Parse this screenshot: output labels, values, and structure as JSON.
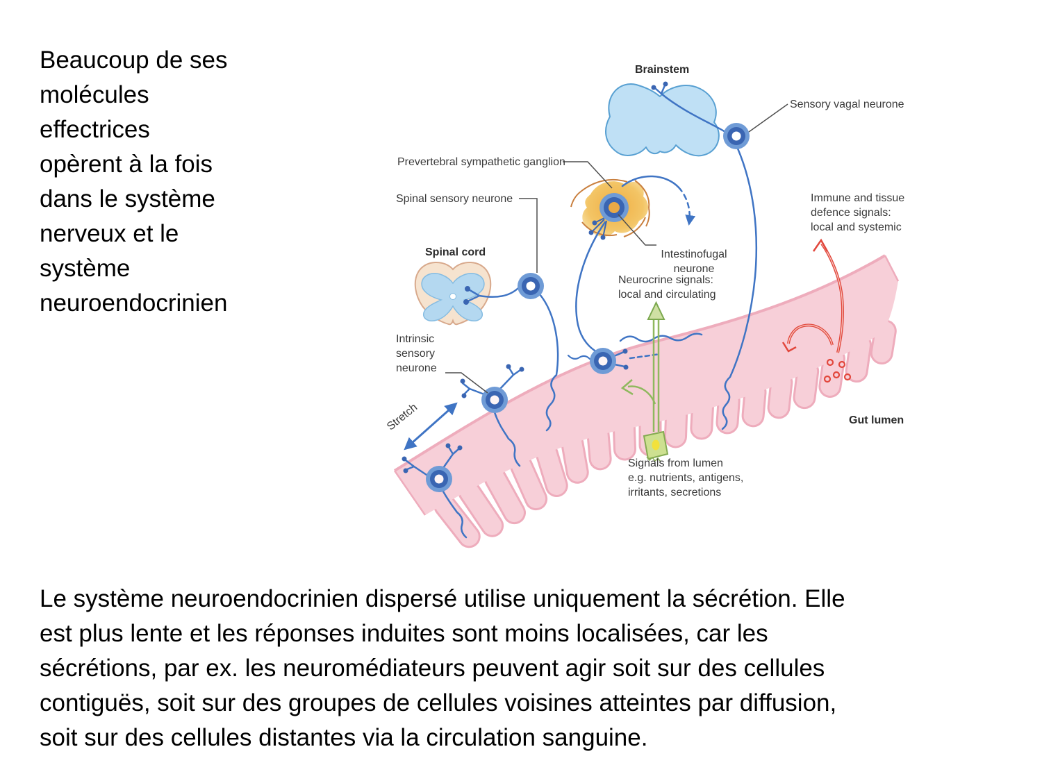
{
  "slide": {
    "intro_text": "Beaucoup de ses\nmolécules\neffectrices\nopèrent à la fois\ndans le système\nnerveux et le\nsystème\nneuroendocrinien",
    "body_text": "Le système neuroendocrinien dispersé utilise uniquement la sécrétion. Elle\nest plus lente et les réponses induites sont moins localisées, car les\nsécrétions, par ex. les neuromédiateurs peuvent agir soit sur des cellules\ncontiguës, soit sur des groupes de cellules voisines atteintes par diffusion,\nsoit sur des cellules distantes via la circulation sanguine."
  },
  "diagram": {
    "labels": {
      "brainstem": "Brainstem",
      "sensory_vagal": "Sensory vagal neurone",
      "prevertebral_ganglion": "Prevertebral sympathetic ganglion",
      "spinal_sensory": "Spinal sensory neurone",
      "spinal_cord": "Spinal cord",
      "intestinofugal": "Intestinofugal\nneurone",
      "neurocrine": "Neurocrine signals:\nlocal and circulating",
      "immune": "Immune and tissue\ndefence signals:\nlocal and systemic",
      "intrinsic": "Intrinsic\nsensory\nneurone",
      "stretch": "Stretch",
      "gut_lumen": "Gut lumen",
      "signals_lumen": "Signals from lumen\ne.g. nutrients, antigens,\nirritants, secretions"
    },
    "colors": {
      "neuron_blue_dark": "#3a65b2",
      "neuron_blue_light": "#6f9bd6",
      "axon_blue": "#3f74c4",
      "brainstem_fill": "#bfe0f5",
      "brainstem_stroke": "#58a0d2",
      "ganglion_orange": "#f2bc57",
      "ganglion_fiber": "#c97f3e",
      "cord_outer": "#f6e3cf",
      "cord_outer_stroke": "#d8a98c",
      "cord_inner": "#b4d8f0",
      "gut_fill": "#f7cfd8",
      "gut_edge": "#eeacbc",
      "green_signal": "#8fb85e",
      "green_cell": "#cde090",
      "red_signal": "#e2473c",
      "label_color": "#3a3a3a"
    }
  }
}
